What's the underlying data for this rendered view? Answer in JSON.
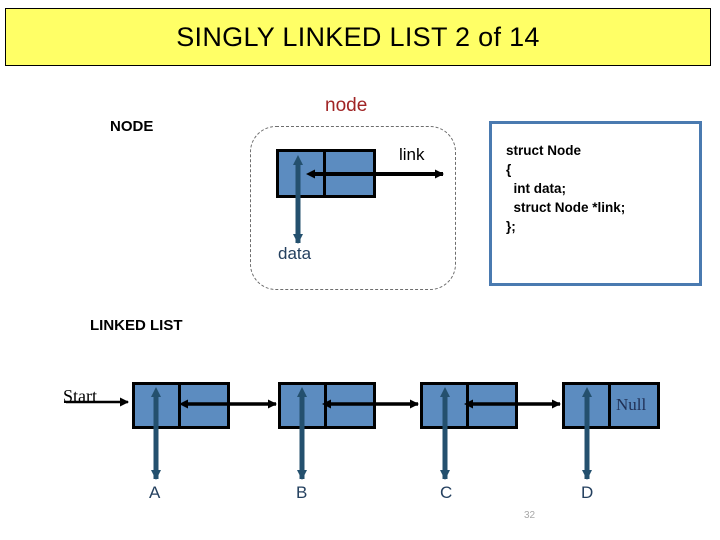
{
  "slide": {
    "title": "SINGLY LINKED LIST 2 of 14",
    "page_number": "32",
    "banner_color": "#ffff66",
    "node_fill_color": "#5c8cc0",
    "accent_blue": "#24405f",
    "accent_red": "#a02425",
    "code_border_color": "#4a7ab0"
  },
  "node_section": {
    "heading": "NODE",
    "container_label": "node",
    "data_label": "data",
    "link_label": "link"
  },
  "code_panel": {
    "lines": [
      "struct Node",
      "{",
      "  int data;",
      "  struct Node *link;",
      "};"
    ],
    "line_0": "struct Node",
    "line_1": "{",
    "line_2": "  int data;",
    "line_3": "  struct Node *link;",
    "line_4": "};"
  },
  "linked_list_section": {
    "heading": "LINKED LIST",
    "start_label": "Start",
    "null_label": "Null",
    "nodes": [
      {
        "tag": "A"
      },
      {
        "tag": "B"
      },
      {
        "tag": "C"
      },
      {
        "tag": "D"
      }
    ],
    "tag_a": "A",
    "tag_b": "B",
    "tag_c": "C",
    "tag_d": "D"
  }
}
